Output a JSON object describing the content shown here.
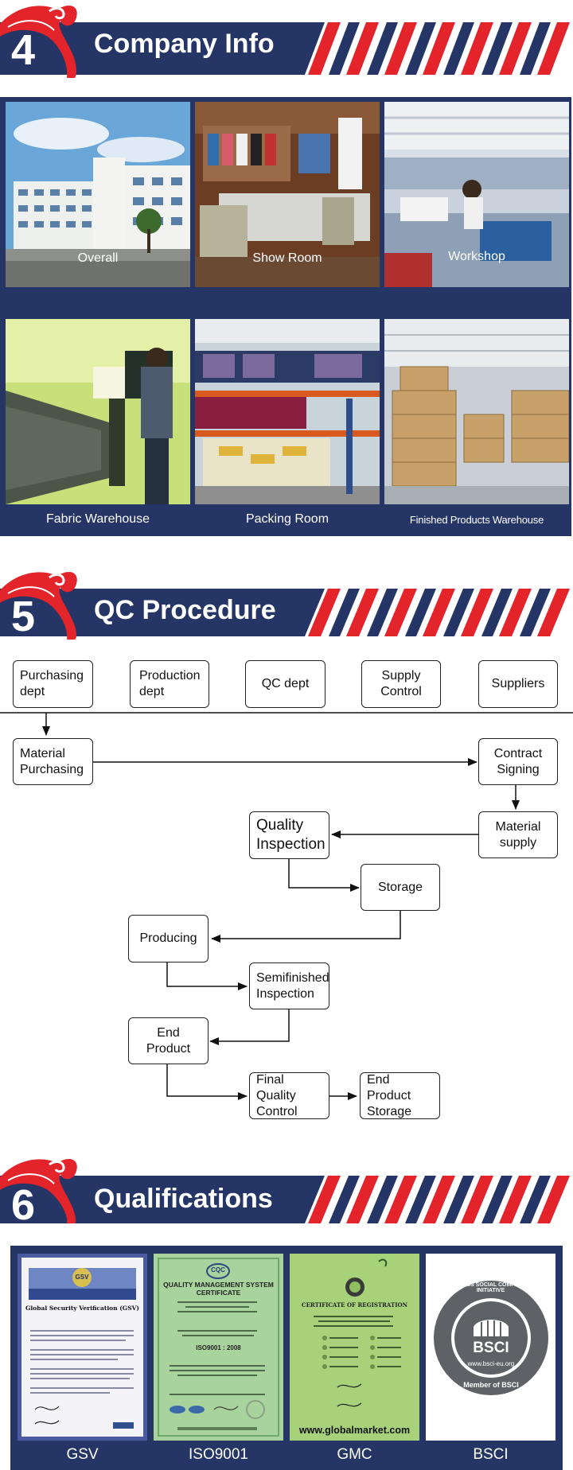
{
  "sections": {
    "company": {
      "number": "4",
      "title": "Company Info"
    },
    "qc": {
      "number": "5",
      "title": "QC Procedure"
    },
    "qualifications": {
      "number": "6",
      "title": "Qualifications"
    }
  },
  "company_photos": [
    {
      "caption": "Overall"
    },
    {
      "caption": "Show Room"
    },
    {
      "caption": "Workshop"
    },
    {
      "caption": "Fabric Warehouse"
    },
    {
      "caption": "Packing Room"
    },
    {
      "caption": "Finished Products Warehouse"
    }
  ],
  "qc_departments": [
    "Purchasing dept",
    "Production dept",
    "QC dept",
    "Supply Control",
    "Suppliers"
  ],
  "qc_steps": {
    "material_purchasing": "Material Purchasing",
    "contract_signing": "Contract Signing",
    "material_supply": "Material supply",
    "quality_inspection": "Quality Inspection",
    "storage": "Storage",
    "producing": "Producing",
    "semifinished_inspection": "Semifinished Inspection",
    "end_product": "End Product",
    "final_quality_control": "Final Quality Control",
    "end_product_storage": "End Product Storage"
  },
  "certificates": [
    {
      "caption": "GSV",
      "heading": "Global Security Verification (GSV)",
      "badge": "GSV"
    },
    {
      "caption": "ISO9001",
      "heading": "QUALITY MANAGEMENT SYSTEM CERTIFICATE",
      "standard": "ISO9001 : 2008",
      "badge": "CQC"
    },
    {
      "caption": "GMC",
      "heading": "CERTIFICATE OF REGISTRATION",
      "footer": "www.globalmarket.com"
    },
    {
      "caption": "BSCI",
      "ring_top": "BUSINESS SOCIAL COMPLIANCE INITIATIVE",
      "center": "BSCI",
      "url": "www.bsci-eu.org",
      "ring_bottom": "Member of BSCI"
    }
  ],
  "colors": {
    "navy": "#243566",
    "red": "#e3242b",
    "white": "#ffffff"
  }
}
